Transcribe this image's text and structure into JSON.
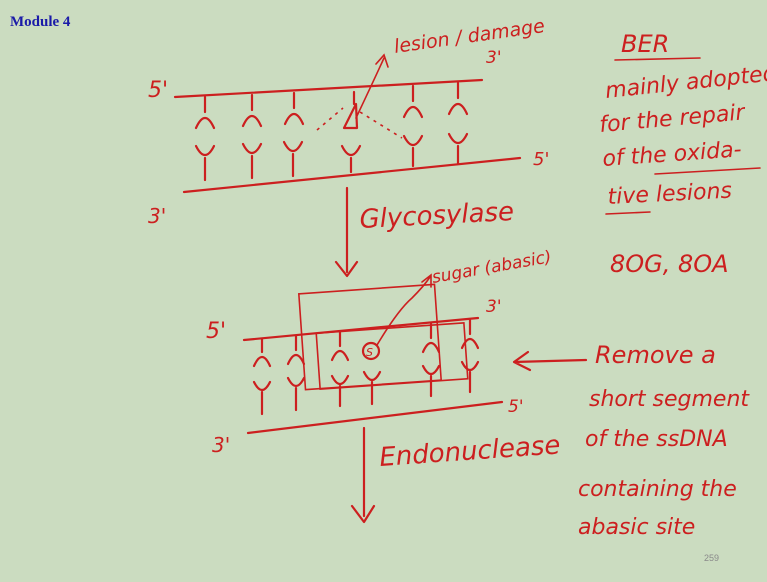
{
  "header": {
    "module_title": "Module 4"
  },
  "footer": {
    "page_number": "259"
  },
  "diagram_top": {
    "strand_top_5": "5'",
    "strand_top_3": "3'",
    "strand_bottom_3": "3'",
    "strand_bottom_5": "5'",
    "lesion_label": "lesion / damage"
  },
  "step1": {
    "enzyme_label": "Glycosylase"
  },
  "diagram_mid": {
    "strand_top_5": "5'",
    "strand_top_3": "3'",
    "strand_bottom_3": "3'",
    "strand_bottom_5": "5'",
    "site_label": "sugar (abasic)",
    "site_mark": "S"
  },
  "step2": {
    "enzyme_label": "Endonuclease"
  },
  "notes": {
    "ber": {
      "title": "BER",
      "lines": [
        "mainly adopted",
        "for the repair",
        "of the oxida-",
        "tive lesions"
      ],
      "examples": "8OG, 8OA"
    },
    "remove": {
      "lines": [
        "Remove a",
        "short segment",
        "of the ssDNA",
        "containing the",
        "abasic site"
      ]
    }
  }
}
